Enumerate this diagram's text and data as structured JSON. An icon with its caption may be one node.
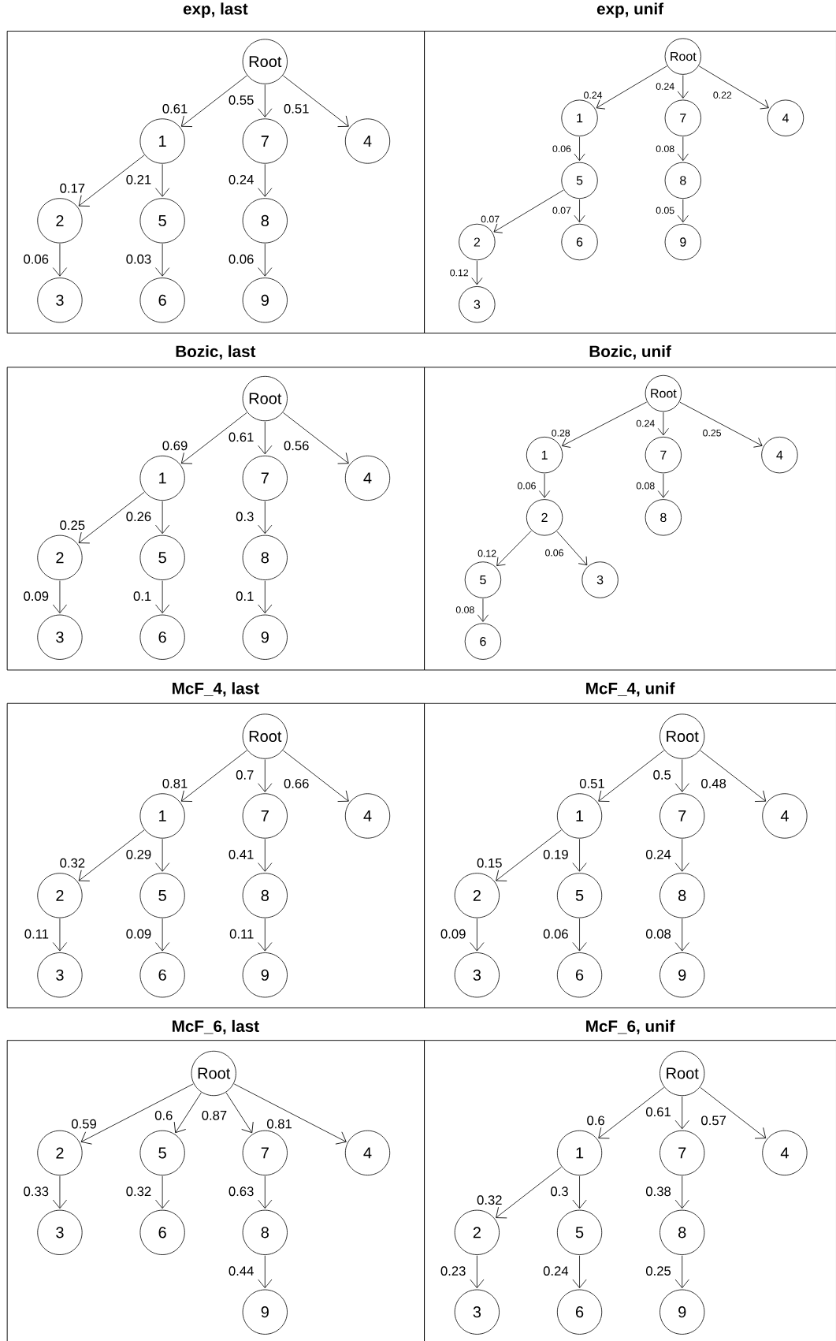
{
  "diagram": {
    "nodes": [
      {
        "text": [
          "exp, last"
        ]
      },
      {
        "text": [
          "Root"
        ],
        "in": 0
      },
      {
        "text": [
          "1"
        ],
        "in": 0
      },
      {
        "text": [
          "7"
        ],
        "in": 0
      },
      {
        "text": [
          "4"
        ],
        "in": 0
      },
      {
        "text": [
          "2"
        ],
        "in": 0
      },
      {
        "text": [
          "5"
        ],
        "in": 0
      },
      {
        "text": [
          "8"
        ],
        "in": 0
      },
      {
        "text": [
          "3"
        ],
        "in": 0
      },
      {
        "text": [
          "6"
        ],
        "in": 0
      },
      {
        "text": [
          "9"
        ],
        "in": 0
      },
      {
        "text": [
          "exp, unif"
        ]
      },
      {
        "text": [
          "Root"
        ],
        "in": 11
      },
      {
        "text": [
          "1"
        ],
        "in": 11
      },
      {
        "text": [
          "7"
        ],
        "in": 11
      },
      {
        "text": [
          "4"
        ],
        "in": 11
      },
      {
        "text": [
          "5"
        ],
        "in": 11
      },
      {
        "text": [
          "8"
        ],
        "in": 11
      },
      {
        "text": [
          "2"
        ],
        "in": 11
      },
      {
        "text": [
          "6"
        ],
        "in": 11
      },
      {
        "text": [
          "9"
        ],
        "in": 11
      },
      {
        "text": [
          "3"
        ],
        "in": 11
      },
      {
        "text": [
          "Bozic, last"
        ]
      },
      {
        "text": [
          "Root"
        ],
        "in": 22
      },
      {
        "text": [
          "1"
        ],
        "in": 22
      },
      {
        "text": [
          "7"
        ],
        "in": 22
      },
      {
        "text": [
          "4"
        ],
        "in": 22
      },
      {
        "text": [
          "2"
        ],
        "in": 22
      },
      {
        "text": [
          "5"
        ],
        "in": 22
      },
      {
        "text": [
          "8"
        ],
        "in": 22
      },
      {
        "text": [
          "3"
        ],
        "in": 22
      },
      {
        "text": [
          "6"
        ],
        "in": 22
      },
      {
        "text": [
          "9"
        ],
        "in": 22
      },
      {
        "text": [
          "Bozic, unif"
        ]
      },
      {
        "text": [
          "Root"
        ],
        "in": 33
      },
      {
        "text": [
          "1"
        ],
        "in": 33
      },
      {
        "text": [
          "7"
        ],
        "in": 33
      },
      {
        "text": [
          "4"
        ],
        "in": 33
      },
      {
        "text": [
          "2"
        ],
        "in": 33
      },
      {
        "text": [
          "8"
        ],
        "in": 33
      },
      {
        "text": [
          "5"
        ],
        "in": 33
      },
      {
        "text": [
          "3"
        ],
        "in": 33
      },
      {
        "text": [
          "6"
        ],
        "in": 33
      },
      {
        "text": [
          "McF_4, last"
        ]
      },
      {
        "text": [
          "Root"
        ],
        "in": 43
      },
      {
        "text": [
          "1"
        ],
        "in": 43
      },
      {
        "text": [
          "7"
        ],
        "in": 43
      },
      {
        "text": [
          "4"
        ],
        "in": 43
      },
      {
        "text": [
          "2"
        ],
        "in": 43
      },
      {
        "text": [
          "5"
        ],
        "in": 43
      },
      {
        "text": [
          "8"
        ],
        "in": 43
      },
      {
        "text": [
          "3"
        ],
        "in": 43
      },
      {
        "text": [
          "6"
        ],
        "in": 43
      },
      {
        "text": [
          "9"
        ],
        "in": 43
      },
      {
        "text": [
          "McF_4, unif"
        ]
      },
      {
        "text": [
          "Root"
        ],
        "in": 54
      },
      {
        "text": [
          "1"
        ],
        "in": 54
      },
      {
        "text": [
          "7"
        ],
        "in": 54
      },
      {
        "text": [
          "4"
        ],
        "in": 54
      },
      {
        "text": [
          "2"
        ],
        "in": 54
      },
      {
        "text": [
          "5"
        ],
        "in": 54
      },
      {
        "text": [
          "8"
        ],
        "in": 54
      },
      {
        "text": [
          "3"
        ],
        "in": 54
      },
      {
        "text": [
          "6"
        ],
        "in": 54
      },
      {
        "text": [
          "9"
        ],
        "in": 54
      },
      {
        "text": [
          "McF_6, last"
        ]
      },
      {
        "text": [
          "Root"
        ],
        "in": 65
      },
      {
        "text": [
          "2"
        ],
        "in": 65
      },
      {
        "text": [
          "5"
        ],
        "in": 65
      },
      {
        "text": [
          "7"
        ],
        "in": 65
      },
      {
        "text": [
          "4"
        ],
        "in": 65
      },
      {
        "text": [
          "3"
        ],
        "in": 65
      },
      {
        "text": [
          "6"
        ],
        "in": 65
      },
      {
        "text": [
          "8"
        ],
        "in": 65
      },
      {
        "text": [
          "9"
        ],
        "in": 65
      },
      {
        "text": [
          "McF_6, unif"
        ]
      },
      {
        "text": [
          "Root"
        ],
        "in": 75
      },
      {
        "text": [
          "1"
        ],
        "in": 75
      },
      {
        "text": [
          "7"
        ],
        "in": 75
      },
      {
        "text": [
          "4"
        ],
        "in": 75
      },
      {
        "text": [
          "2"
        ],
        "in": 75
      },
      {
        "text": [
          "5"
        ],
        "in": 75
      },
      {
        "text": [
          "8"
        ],
        "in": 75
      },
      {
        "text": [
          "3"
        ],
        "in": 75
      },
      {
        "text": [
          "6"
        ],
        "in": 75
      },
      {
        "text": [
          "9"
        ],
        "in": 75
      }
    ],
    "edges": [
      {
        "from": 1,
        "to": 2,
        "arrow": "to",
        "label": "0.61"
      },
      {
        "from": 1,
        "to": 3,
        "arrow": "to",
        "label": "0.55"
      },
      {
        "from": 1,
        "to": 4,
        "arrow": "to",
        "label": "0.51"
      },
      {
        "from": 2,
        "to": 5,
        "arrow": "to",
        "label": "0.17"
      },
      {
        "from": 2,
        "to": 6,
        "arrow": "to",
        "label": "0.21"
      },
      {
        "from": 3,
        "to": 7,
        "arrow": "to",
        "label": "0.24"
      },
      {
        "from": 5,
        "to": 8,
        "arrow": "to",
        "label": "0.06"
      },
      {
        "from": 6,
        "to": 9,
        "arrow": "to",
        "label": "0.03"
      },
      {
        "from": 7,
        "to": 10,
        "arrow": "to",
        "label": "0.06"
      },
      {
        "from": 12,
        "to": 13,
        "arrow": "to",
        "label": "0.24"
      },
      {
        "from": 12,
        "to": 14,
        "arrow": "to",
        "label": "0.24"
      },
      {
        "from": 12,
        "to": 15,
        "arrow": "to",
        "label": "0.22"
      },
      {
        "from": 13,
        "to": 16,
        "arrow": "to",
        "label": "0.06"
      },
      {
        "from": 14,
        "to": 17,
        "arrow": "to",
        "label": "0.08"
      },
      {
        "from": 16,
        "to": 18,
        "arrow": "to",
        "label": "0.07"
      },
      {
        "from": 16,
        "to": 19,
        "arrow": "to",
        "label": "0.07"
      },
      {
        "from": 17,
        "to": 20,
        "arrow": "to",
        "label": "0.05"
      },
      {
        "from": 18,
        "to": 21,
        "arrow": "to",
        "label": "0.12"
      },
      {
        "from": 23,
        "to": 24,
        "arrow": "to",
        "label": "0.69"
      },
      {
        "from": 23,
        "to": 25,
        "arrow": "to",
        "label": "0.61"
      },
      {
        "from": 23,
        "to": 26,
        "arrow": "to",
        "label": "0.56"
      },
      {
        "from": 24,
        "to": 27,
        "arrow": "to",
        "label": "0.25"
      },
      {
        "from": 24,
        "to": 28,
        "arrow": "to",
        "label": "0.26"
      },
      {
        "from": 25,
        "to": 29,
        "arrow": "to",
        "label": "0.3"
      },
      {
        "from": 27,
        "to": 30,
        "arrow": "to",
        "label": "0.09"
      },
      {
        "from": 28,
        "to": 31,
        "arrow": "to",
        "label": "0.1"
      },
      {
        "from": 29,
        "to": 32,
        "arrow": "to",
        "label": "0.1"
      },
      {
        "from": 34,
        "to": 35,
        "arrow": "to",
        "label": "0.28"
      },
      {
        "from": 34,
        "to": 36,
        "arrow": "to",
        "label": "0.24"
      },
      {
        "from": 34,
        "to": 37,
        "arrow": "to",
        "label": "0.25"
      },
      {
        "from": 35,
        "to": 38,
        "arrow": "to",
        "label": "0.06"
      },
      {
        "from": 36,
        "to": 39,
        "arrow": "to",
        "label": "0.08"
      },
      {
        "from": 38,
        "to": 40,
        "arrow": "to",
        "label": "0.12"
      },
      {
        "from": 38,
        "to": 41,
        "arrow": "to",
        "label": "0.06"
      },
      {
        "from": 40,
        "to": 42,
        "arrow": "to",
        "label": "0.08"
      },
      {
        "from": 44,
        "to": 45,
        "arrow": "to",
        "label": "0.81"
      },
      {
        "from": 44,
        "to": 46,
        "arrow": "to",
        "label": "0.7"
      },
      {
        "from": 44,
        "to": 47,
        "arrow": "to",
        "label": "0.66"
      },
      {
        "from": 45,
        "to": 48,
        "arrow": "to",
        "label": "0.32"
      },
      {
        "from": 45,
        "to": 49,
        "arrow": "to",
        "label": "0.29"
      },
      {
        "from": 46,
        "to": 50,
        "arrow": "to",
        "label": "0.41"
      },
      {
        "from": 48,
        "to": 51,
        "arrow": "to",
        "label": "0.11"
      },
      {
        "from": 49,
        "to": 52,
        "arrow": "to",
        "label": "0.09"
      },
      {
        "from": 50,
        "to": 53,
        "arrow": "to",
        "label": "0.11"
      },
      {
        "from": 55,
        "to": 56,
        "arrow": "to",
        "label": "0.51"
      },
      {
        "from": 55,
        "to": 57,
        "arrow": "to",
        "label": "0.5"
      },
      {
        "from": 55,
        "to": 58,
        "arrow": "to",
        "label": "0.48"
      },
      {
        "from": 56,
        "to": 59,
        "arrow": "to",
        "label": "0.15"
      },
      {
        "from": 56,
        "to": 60,
        "arrow": "to",
        "label": "0.19"
      },
      {
        "from": 57,
        "to": 61,
        "arrow": "to",
        "label": "0.24"
      },
      {
        "from": 59,
        "to": 62,
        "arrow": "to",
        "label": "0.09"
      },
      {
        "from": 60,
        "to": 63,
        "arrow": "to",
        "label": "0.06"
      },
      {
        "from": 61,
        "to": 64,
        "arrow": "to",
        "label": "0.08"
      },
      {
        "from": 66,
        "to": 67,
        "arrow": "to",
        "label": "0.59"
      },
      {
        "from": 66,
        "to": 68,
        "arrow": "to",
        "label": "0.6"
      },
      {
        "from": 66,
        "to": 69,
        "arrow": "to",
        "label": "0.87"
      },
      {
        "from": 66,
        "to": 70,
        "arrow": "to",
        "label": "0.81"
      },
      {
        "from": 67,
        "to": 71,
        "arrow": "to",
        "label": "0.33"
      },
      {
        "from": 68,
        "to": 72,
        "arrow": "to",
        "label": "0.32"
      },
      {
        "from": 69,
        "to": 73,
        "arrow": "to",
        "label": "0.63"
      },
      {
        "from": 73,
        "to": 74,
        "arrow": "to",
        "label": "0.44"
      },
      {
        "from": 76,
        "to": 77,
        "arrow": "to",
        "label": "0.6"
      },
      {
        "from": 76,
        "to": 78,
        "arrow": "to",
        "label": "0.61"
      },
      {
        "from": 76,
        "to": 79,
        "arrow": "to",
        "label": "0.57"
      },
      {
        "from": 77,
        "to": 80,
        "arrow": "to",
        "label": "0.32"
      },
      {
        "from": 77,
        "to": 81,
        "arrow": "to",
        "label": "0.3"
      },
      {
        "from": 78,
        "to": 82,
        "arrow": "to",
        "label": "0.38"
      },
      {
        "from": 80,
        "to": 83,
        "arrow": "to",
        "label": "0.23"
      },
      {
        "from": 81,
        "to": 84,
        "arrow": "to",
        "label": "0.24"
      },
      {
        "from": 82,
        "to": 85,
        "arrow": "to",
        "label": "0.25"
      }
    ]
  }
}
